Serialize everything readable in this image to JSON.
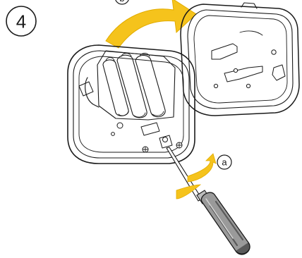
{
  "step": {
    "number": "4"
  },
  "callouts": {
    "screwdriver_rotation": "a",
    "cover_lift_partial": "b"
  },
  "colors": {
    "arrow": "#f5c31c",
    "arrow_edge": "#e2ac00",
    "outline": "#1a1a1a",
    "device_fill": "#ffffff",
    "battery_shade": "#e6e6e6",
    "handle_gray": "#9a9a9a",
    "handle_dark": "#5a5a5a"
  },
  "icons": {
    "step_badge": "circle-number-icon",
    "callout_badge": "circle-letter-icon",
    "rotation_arrow": "curved-arrow-icon",
    "lift_arrow": "curved-arrow-icon",
    "tool": "screwdriver-icon"
  }
}
